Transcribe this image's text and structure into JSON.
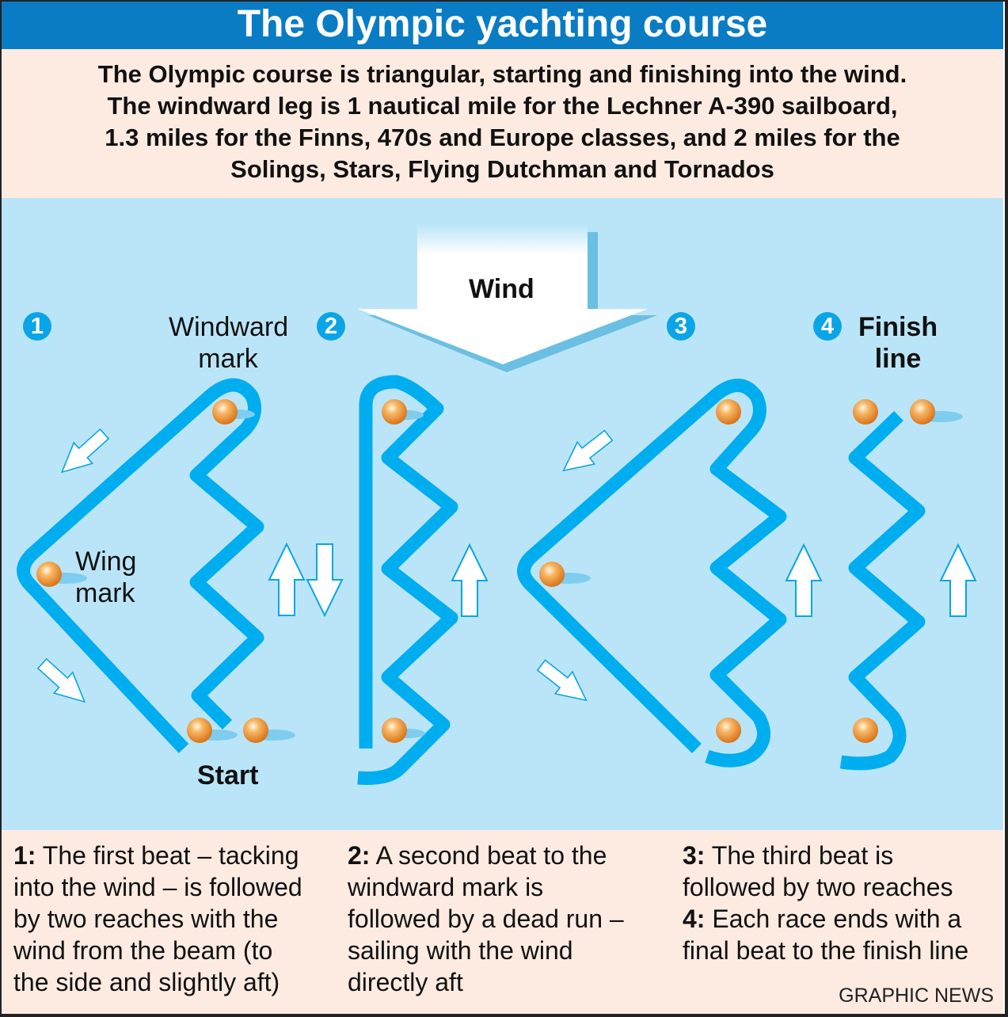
{
  "title": "The Olympic yachting course",
  "intro_lines": [
    "The Olympic course is triangular, starting and finishing into the wind.",
    "The windward leg is 1 nautical mile for the Lechner A-390 sailboard,",
    "1.3 miles for the Finns, 470s and Europe classes, and 2 miles for the",
    "Solings, Stars, Flying Dutchman and Tornados"
  ],
  "diagram": {
    "wind_label": "Wind",
    "badges": [
      "1",
      "2",
      "3",
      "4"
    ],
    "windward_mark": [
      "Windward",
      "mark"
    ],
    "wing_mark": [
      "Wing",
      "mark"
    ],
    "start_label": "Start",
    "finish_line": [
      "Finish",
      "line"
    ],
    "colors": {
      "water": "#bae5f8",
      "course": "#00aeef",
      "header": "#0a7cc4",
      "mark": "#f0962d"
    }
  },
  "captions": [
    {
      "num": "1:",
      "lines": [
        " The first beat – tacking",
        "into the wind – is followed",
        "by two reaches with the",
        "wind from the beam (to",
        "the side and slightly aft)"
      ]
    },
    {
      "num": "2:",
      "lines": [
        " A second beat to the",
        "windward mark is",
        "followed by a dead run –",
        "sailing with the wind",
        "directly aft"
      ]
    },
    {
      "num": "3:",
      "lines": [
        " The third beat is",
        "followed by two reaches"
      ],
      "num2": "4:",
      "lines2": [
        " Each race ends with a",
        "final beat to the finish line"
      ]
    }
  ],
  "credit": "GRAPHIC NEWS"
}
